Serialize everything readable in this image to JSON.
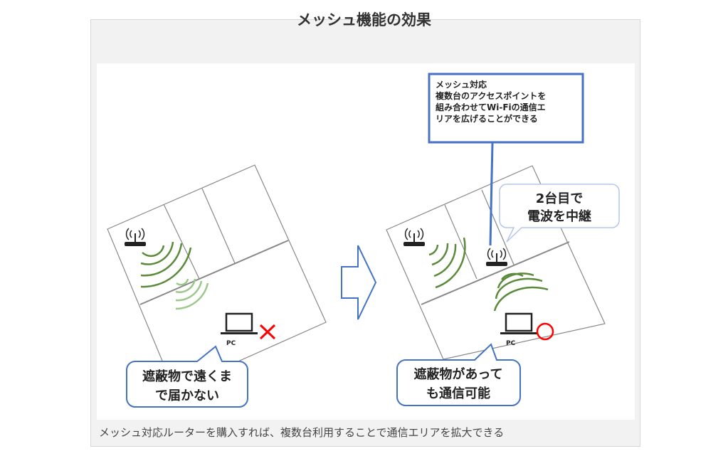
{
  "title": "メッシュ機能の効果",
  "caption": "メッシュ対応ルーターを購入すれば、複数台利用することで通信エリアを拡大できる",
  "left": {
    "bubble_lines": [
      "遮蔽物で遠くま",
      "で届かない"
    ],
    "pc_label": "PC",
    "result": "cross"
  },
  "right": {
    "note_lines": [
      "メッシュ対応",
      "複数台のアクセスポイントを",
      "組み合わせてWi-Fiの通信エ",
      "リアを広げることができる"
    ],
    "relay_lines": [
      "2台目で",
      "電波を中継"
    ],
    "bubble_lines": [
      "遮蔽物があって",
      "も通信可能"
    ],
    "pc_label": "PC",
    "result": "circle"
  },
  "colors": {
    "wave_dark": "#5a8a3a",
    "wave_light": "#9cc88a",
    "callout": "#4472c4",
    "mark": "#ff0000"
  }
}
